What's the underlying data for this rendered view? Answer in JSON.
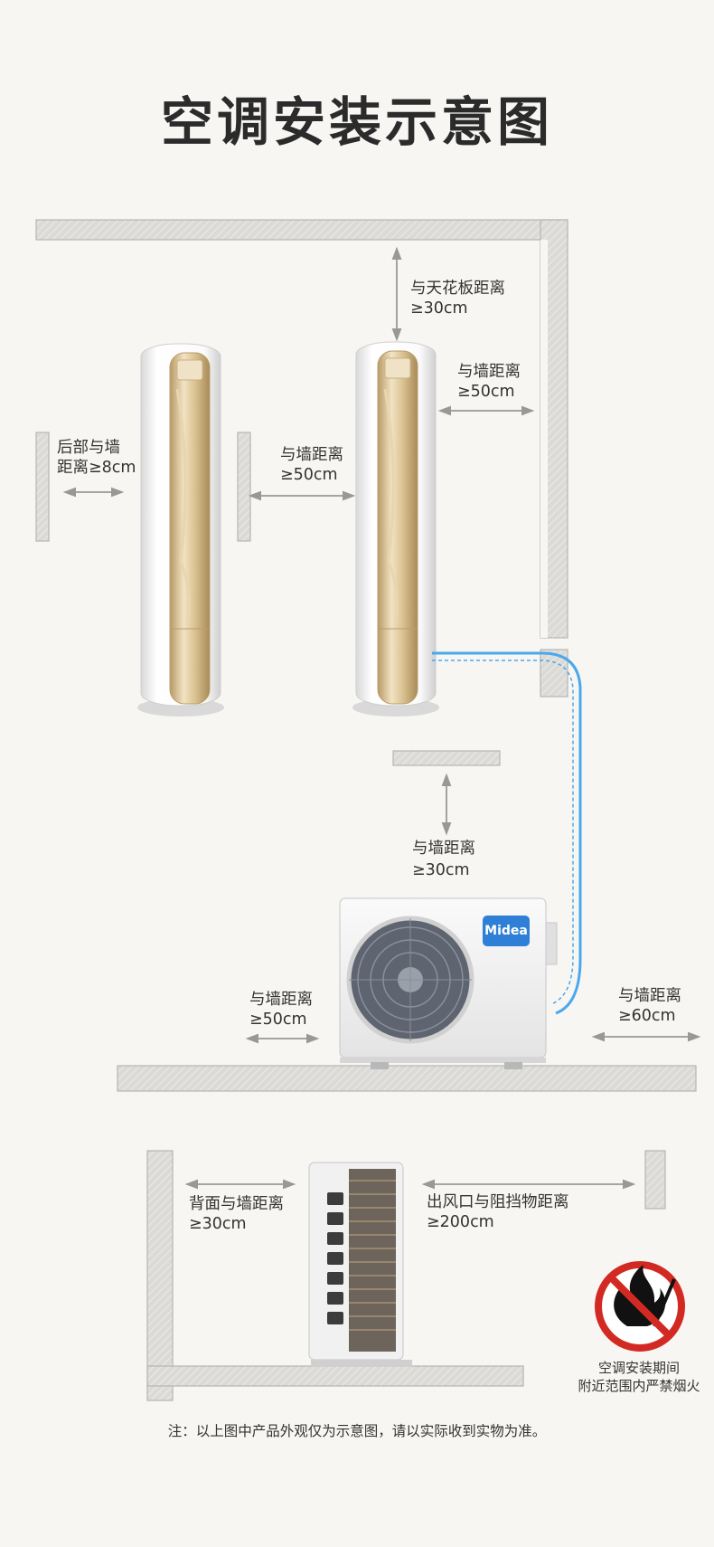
{
  "title": "空调安装示意图",
  "labels": {
    "rear_wall_l1": "后部与墙",
    "rear_wall_l2": "距离≥8cm",
    "side_wall_l1": "与墙距离",
    "side_wall_l2": "≥50cm",
    "ceiling_l1": "与天花板距离",
    "ceiling_l2": "≥30cm",
    "right_wall_l1": "与墙距离",
    "right_wall_l2": "≥50cm",
    "top_wall_l1": "与墙距离",
    "top_wall_l2": "≥30cm",
    "outdoor_left_l1": "与墙距离",
    "outdoor_left_l2": "≥50cm",
    "outdoor_right_l1": "与墙距离",
    "outdoor_right_l2": "≥60cm",
    "back_wall_l1": "背面与墙距离",
    "back_wall_l2": "≥30cm",
    "outlet_l1": "出风口与阻挡物距离",
    "outlet_l2": "≥200cm"
  },
  "brand": "Midea",
  "fire_caption_l1": "空调安装期间",
  "fire_caption_l2": "附近范围内严禁烟火",
  "note": "注：以上图中产品外观仅为示意图，请以实际收到实物为准。",
  "colors": {
    "wall": "#d8d6d3",
    "wall_edge": "#b4b2af",
    "pipe": "#4aa8ee",
    "gold": "#d8c29a",
    "brand_blue": "#2f7fd6",
    "no_fire_red": "#d22a22"
  },
  "icons": [
    "arrow-double-icon",
    "fan-icon",
    "no-fire-icon",
    "midea-logo"
  ]
}
